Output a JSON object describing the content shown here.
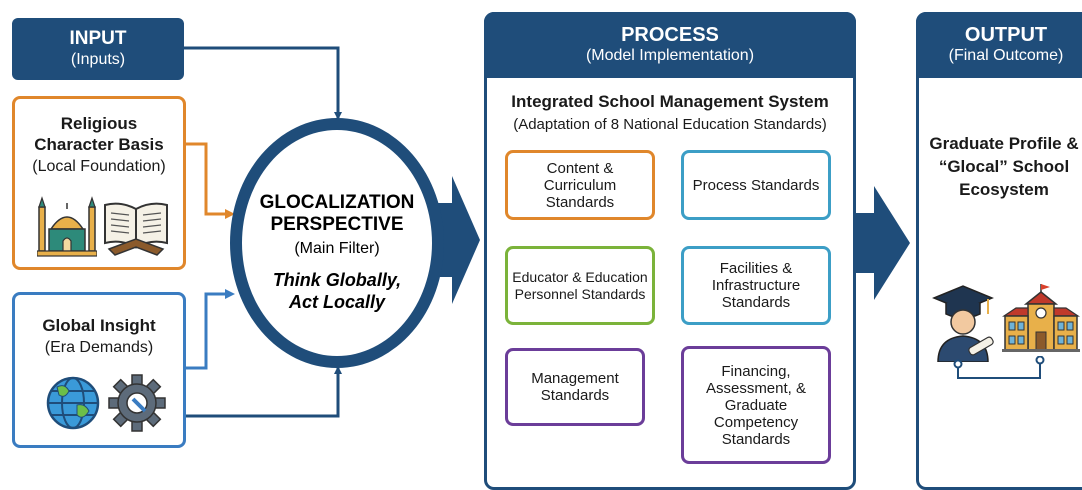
{
  "colors": {
    "navy": "#1f4d7a",
    "orange": "#e0872b",
    "blue_line": "#3a7cc1",
    "teal": "#3c9ec6",
    "green": "#7bb33a",
    "purple": "#6b3d99"
  },
  "input": {
    "title": "INPUT",
    "subtitle": "(Inputs)",
    "religious": {
      "title": "Religious Character Basis",
      "subtitle": "(Local Foundation)",
      "icons": [
        "mosque-icon",
        "quran-book-icon"
      ]
    },
    "global": {
      "title": "Global Insight",
      "subtitle": "(Era Demands)",
      "icons": [
        "globe-icon",
        "gear-icon"
      ]
    }
  },
  "filter": {
    "title": "GLOCALIZATION PERSPECTIVE",
    "subtitle": "(Main Filter)",
    "motto": "Think Globally, Act Locally"
  },
  "process": {
    "title": "PROCESS",
    "subtitle": "(Model Implementation)",
    "system_title": "Integrated School Management System",
    "system_subtitle": "(Adaptation of 8 National Education Standards)",
    "standards": [
      {
        "label": "Content & Curriculum Standards",
        "color": "#e0872b"
      },
      {
        "label": "Process Standards",
        "color": "#3c9ec6"
      },
      {
        "label": "Educator & Education Personnel Standards",
        "color": "#7bb33a"
      },
      {
        "label": "Facilities & Infrastructure Standards",
        "color": "#3c9ec6"
      },
      {
        "label": "Management Standards",
        "color": "#6b3d99"
      },
      {
        "label": "Financing, Assessment, & Graduate Competency Standards",
        "color": "#6b3d99"
      }
    ]
  },
  "output": {
    "title": "OUTPUT",
    "subtitle": "(Final Outcome)",
    "result": "Graduate Profile & “Glocal” School Ecosystem",
    "icons": [
      "graduate-icon",
      "school-building-icon"
    ]
  }
}
